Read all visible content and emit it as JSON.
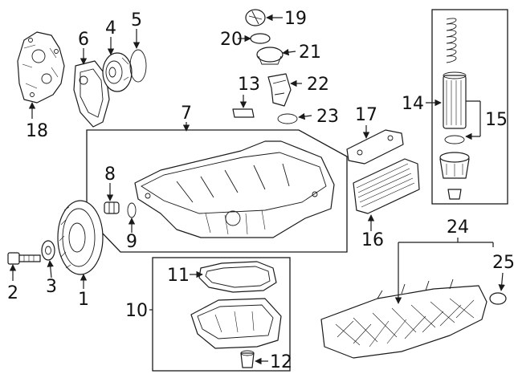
{
  "callouts": [
    "1",
    "2",
    "3",
    "4",
    "5",
    "6",
    "7",
    "8",
    "9",
    "10",
    "11",
    "12",
    "13",
    "14",
    "15",
    "16",
    "17",
    "18",
    "19",
    "20",
    "21",
    "22",
    "23",
    "24",
    "25"
  ],
  "colors": {
    "line": "#1a1a1a",
    "background": "#ffffff"
  }
}
